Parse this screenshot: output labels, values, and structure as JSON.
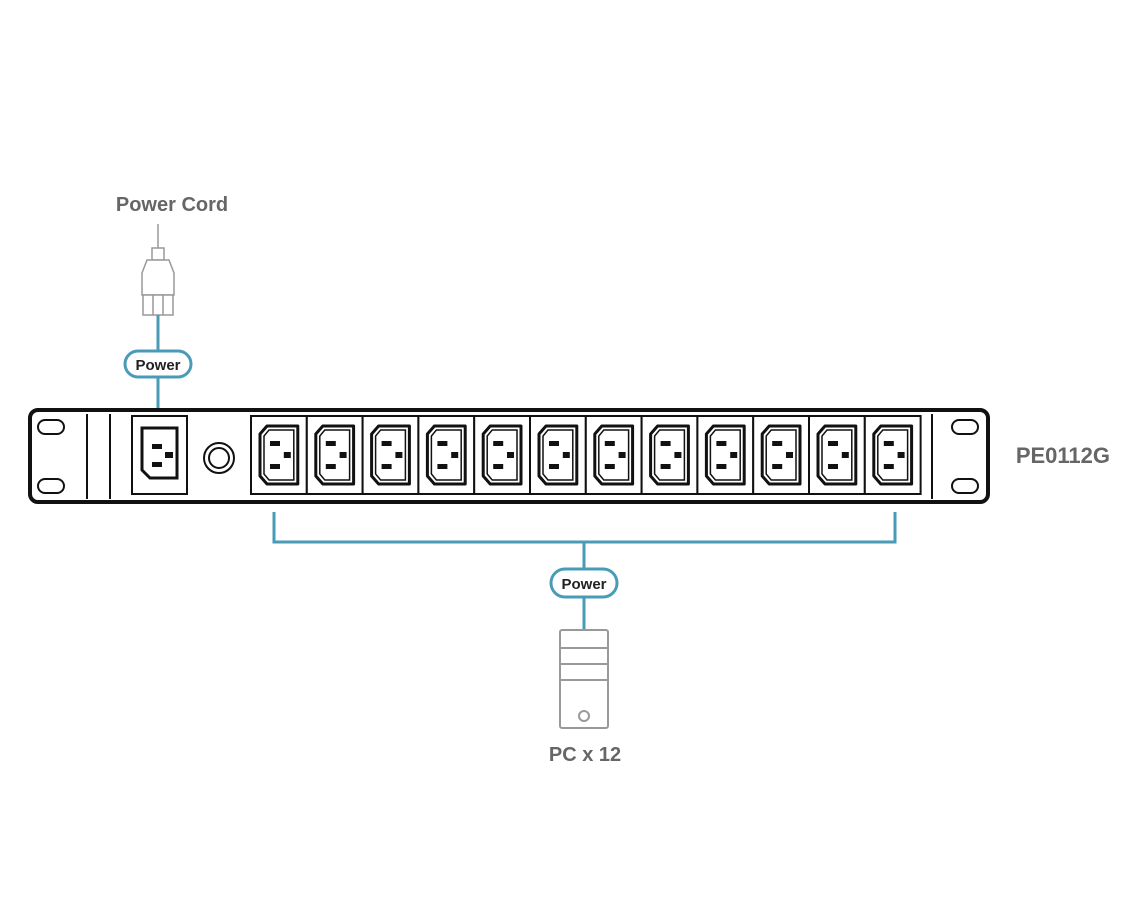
{
  "labels": {
    "power_cord": "Power Cord",
    "device_model": "PE0112G",
    "pc": "PC x 12",
    "power_top": "Power",
    "power_bottom": "Power"
  },
  "outlets": {
    "count": 12
  },
  "colors": {
    "connector": "#4a9bb8",
    "device": "#111111",
    "label": "#666666",
    "icon": "#999999"
  },
  "icons": {
    "plug": "power-plug-icon",
    "pc": "pc-tower-icon",
    "breaker": "circuit-breaker-icon",
    "inlet": "iec-c14-inlet-icon",
    "outlet": "iec-c13-outlet-icon"
  }
}
